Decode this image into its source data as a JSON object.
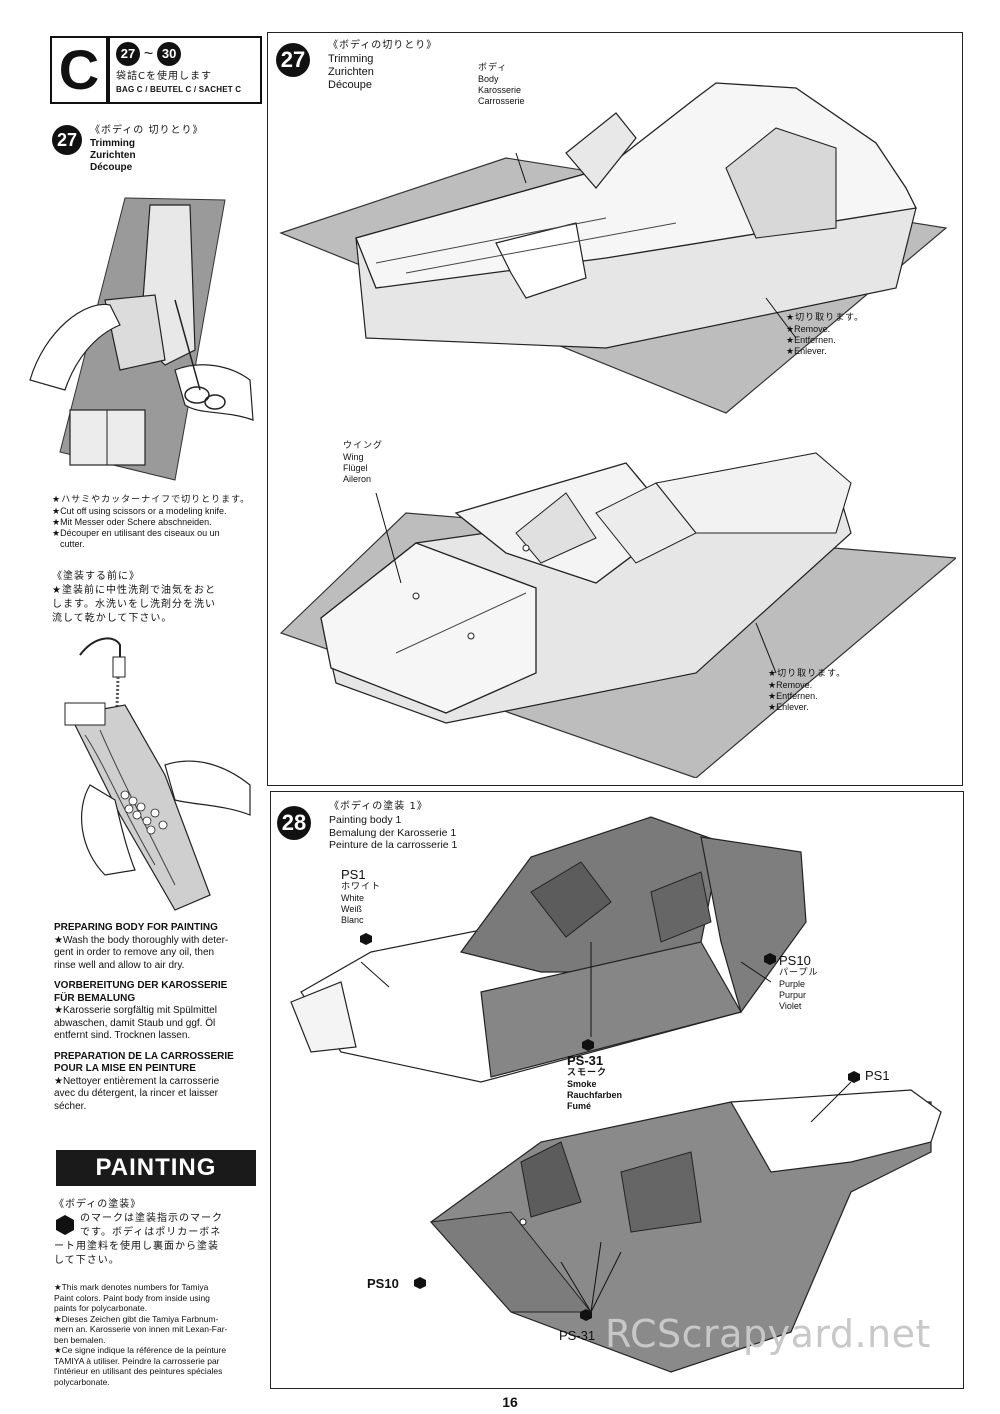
{
  "bag": {
    "letter": "C",
    "step_from": "27",
    "step_to": "30",
    "tilde": "~",
    "jp": "袋詰Cを使用します",
    "label": "BAG C / BEUTEL C / SACHET C"
  },
  "left_step27": {
    "number": "27",
    "jp": "《ボディの 切りとり》",
    "en": "Trimming",
    "de": "Zurichten",
    "fr": "Découpe",
    "notes": [
      "★ハサミやカッターナイフで切りとります。",
      "★Cut off using scissors or a modeling knife.",
      "★Mit Messer oder Schere abschneiden.",
      "★Découper en utilisant des ciseaux ou un",
      "cutter."
    ]
  },
  "before_paint": {
    "jp_title": "《塗装する前に》",
    "jp_lines": [
      "★塗装前に中性洗剤で油気をおと",
      "します。水洗いをし洗剤分を洗い",
      "流して乾かして下さい。"
    ],
    "en_title": "PREPARING BODY FOR PAINTING",
    "en_lines": [
      "★Wash the body thoroughly with deter-",
      "gent in order to remove any oil, then",
      "rinse well and allow to air dry."
    ],
    "de_title_1": "VORBEREITUNG DER KAROSSERIE",
    "de_title_2": "FÜR BEMALUNG",
    "de_lines": [
      "★Karosserie sorgfältig mit Spülmittel",
      "abwaschen, damit Staub und ggf. Öl",
      "entfernt sind. Trocknen lassen."
    ],
    "fr_title_1": "PREPARATION DE LA CARROSSERIE",
    "fr_title_2": "POUR LA MISE EN PEINTURE",
    "fr_lines": [
      "★Nettoyer entièrement la carrosserie",
      "avec du détergent, la rincer et laisser",
      "sécher."
    ]
  },
  "painting": {
    "heading": "PAINTING",
    "jp_title": "《ボディの塗装》",
    "jp_lines": [
      "のマークは塗装指示のマーク",
      "です。ボディはポリカーボネ",
      "ート用塗料を使用し裏面から塗装",
      "して下さい。"
    ],
    "notes": [
      "★This mark denotes numbers for Tamiya",
      "Paint colors. Paint body from inside using",
      "paints for polycarbonate.",
      "★Dieses Zeichen gibt die Tamiya Farbnum-",
      "mern an. Karosserie von innen mit Lexan-Far-",
      "ben bemalen.",
      "★Ce signe indique la référence de la peinture",
      "TAMIYA à utiliser. Peindre la carrosserie par",
      "l'intérieur en utilisant des peintures spéciales",
      "polycarbonate."
    ]
  },
  "panel27": {
    "number": "27",
    "jp": "《ボディの切りとり》",
    "en": "Trimming",
    "de": "Zurichten",
    "fr": "Découpe",
    "body_label": [
      "ボディ",
      "Body",
      "Karosserie",
      "Carrosserie"
    ],
    "wing_label": [
      "ウイング",
      "Wing",
      "Flügel",
      "Aileron"
    ],
    "remove_1": [
      "★切り取ります。",
      "★Remove.",
      "★Entfernen.",
      "★Enlever."
    ],
    "remove_2": [
      "★切り取ります。",
      "★Remove.",
      "★Entfernen.",
      "★Enlever."
    ]
  },
  "panel28": {
    "number": "28",
    "jp": "《ボディの塗装 1》",
    "en": "Painting body 1",
    "de": "Bemalung der Karosserie 1",
    "fr": "Peinture de la carrosserie 1",
    "ps1_label": [
      "PS1",
      "ホワイト",
      "White",
      "Weiß",
      "Blanc"
    ],
    "ps10_label": [
      "PS10",
      "パープル",
      "Purple",
      "Purpur",
      "Violet"
    ],
    "ps31_label": [
      "PS-31",
      "スモーク",
      "Smoke",
      "Rauchfarben",
      "Fumé"
    ],
    "ps1_b": "PS1",
    "ps10_b": "PS10",
    "ps31_b": "PS-31"
  },
  "page_number": "16",
  "watermark": "RCScrapyard.net"
}
